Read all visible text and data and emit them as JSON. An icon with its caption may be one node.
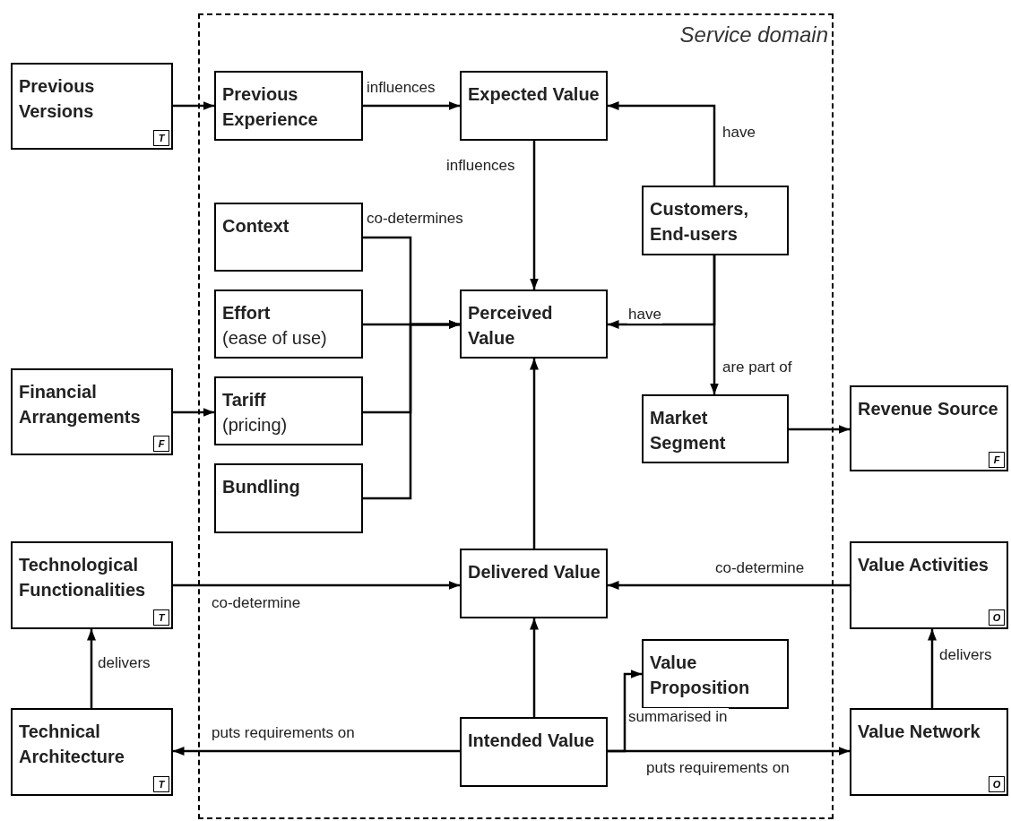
{
  "diagram": {
    "nodes": [
      {
        "text": [
          "Service domain"
        ]
      },
      {
        "text": [
          "Previous Versions",
          "T"
        ]
      },
      {
        "text": [
          "Previous Experience"
        ],
        "in": 0
      },
      {
        "text": [
          "Expected Value"
        ],
        "in": 0
      },
      {
        "text": [
          "Customers, End-users"
        ],
        "in": 0
      },
      {
        "text": [
          "Context"
        ],
        "in": 0
      },
      {
        "text": [
          "Effort",
          "(ease of use)"
        ],
        "in": 0
      },
      {
        "text": [
          "Financial Arrangements",
          "F"
        ]
      },
      {
        "text": [
          "Tariff",
          "(pricing)"
        ],
        "in": 0
      },
      {
        "text": [
          "Perceived Value"
        ],
        "in": 0
      },
      {
        "text": [
          "Market Segment"
        ],
        "in": 0
      },
      {
        "text": [
          "Revenue Source",
          "F"
        ]
      },
      {
        "text": [
          "Bundling"
        ],
        "in": 0
      },
      {
        "text": [
          "Technological Functionalities",
          "T"
        ]
      },
      {
        "text": [
          "Delivered Value"
        ],
        "in": 0
      },
      {
        "text": [
          "Value Activities",
          "O"
        ]
      },
      {
        "text": [
          "Value Proposition"
        ],
        "in": 0
      },
      {
        "text": [
          "Technical Architecture",
          "T"
        ]
      },
      {
        "text": [
          "Intended Value"
        ],
        "in": 0
      },
      {
        "text": [
          "Value Network",
          "O"
        ]
      }
    ],
    "edges": [
      {
        "from": 1,
        "to": 2,
        "arrow": "to"
      },
      {
        "from": 2,
        "to": 3,
        "arrow": "to",
        "label": "influences"
      },
      {
        "from": 3,
        "to": 9,
        "arrow": "to",
        "label": "influences"
      },
      {
        "from": 4,
        "to": 3,
        "arrow": "to",
        "label": "have"
      },
      {
        "from": 4,
        "to": 9,
        "arrow": "to",
        "label": "have"
      },
      {
        "from": 4,
        "to": 10,
        "arrow": "to",
        "label": "are part of"
      },
      {
        "from": 5,
        "to": 9,
        "arrow": "to",
        "label": "co-determines"
      },
      {
        "from": 6,
        "to": 9,
        "arrow": "to"
      },
      {
        "from": 8,
        "to": 9,
        "arrow": "to"
      },
      {
        "from": 12,
        "to": 9,
        "arrow": "to"
      },
      {
        "from": 7,
        "to": 8,
        "arrow": "to"
      },
      {
        "from": 10,
        "to": 11,
        "arrow": "to"
      },
      {
        "from": 14,
        "to": 9,
        "arrow": "to"
      },
      {
        "from": 13,
        "to": 14,
        "arrow": "to",
        "label": "co-determine"
      },
      {
        "from": 15,
        "to": 14,
        "arrow": "to",
        "label": "co-determine"
      },
      {
        "from": 17,
        "to": 13,
        "arrow": "to",
        "label": "delivers"
      },
      {
        "from": 19,
        "to": 15,
        "arrow": "to",
        "label": "delivers"
      },
      {
        "from": 18,
        "to": 14,
        "arrow": "to"
      },
      {
        "from": 18,
        "to": 16,
        "arrow": "to",
        "label": "summarised in"
      },
      {
        "from": 18,
        "to": 17,
        "arrow": "to",
        "label": "puts requirements on"
      },
      {
        "from": 18,
        "to": 19,
        "arrow": "to",
        "label": "puts requirements on"
      }
    ]
  }
}
